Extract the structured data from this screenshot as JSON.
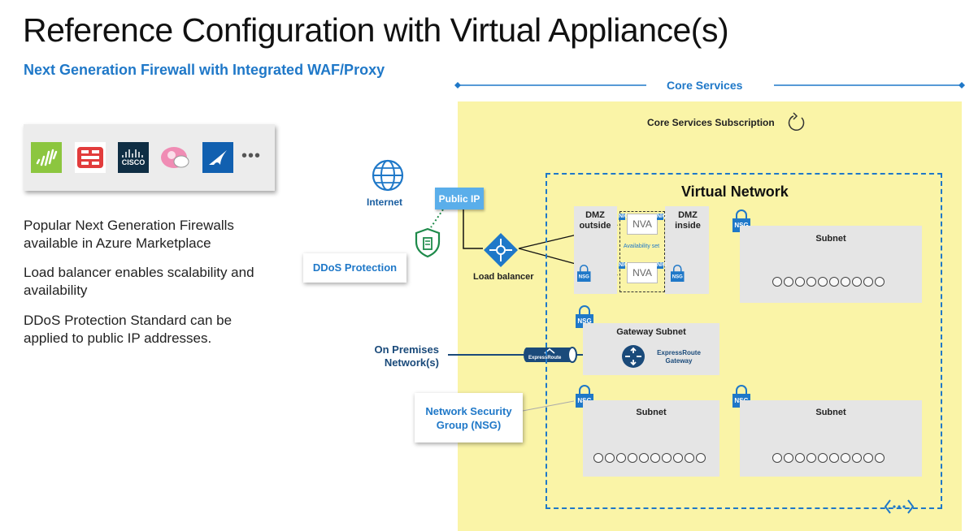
{
  "title": "Reference Configuration with Virtual Appliance(s)",
  "subtitle": "Next Generation Firewall with Integrated WAF/Proxy",
  "vendors": {
    "logos": [
      "paloalto-logo",
      "fortinet-logo",
      "cisco-logo",
      "vse-logo",
      "barracuda-logo"
    ],
    "cisco_text": "CISCO",
    "more": "•••"
  },
  "descriptions": [
    "Popular Next Generation Firewalls available in Azure Marketplace",
    "Load balancer enables scalability and availability",
    "DDoS Protection Standard can be applied to public IP addresses."
  ],
  "core_services": "Core Services",
  "subscription": "Core Services Subscription",
  "internet": "Internet",
  "public_ip": "Public IP",
  "ddos": "DDoS Protection",
  "load_balancer": "Load balancer",
  "on_premises": "On Premises Network(s)",
  "nsg_callout": "Network Security Group (NSG)",
  "vnet_title": "Virtual Network",
  "dmz_outside": "DMZ outside",
  "dmz_inside": "DMZ inside",
  "nva_label": "NVA",
  "nic_label": "NIC",
  "availability_set": "Availability set",
  "nsg_label": "NSG",
  "gateway_subnet": "Gateway Subnet",
  "expressroute": "ExpressRoute",
  "expressroute_gateway": "ExpressRoute Gateway",
  "subnet_label": "Subnet",
  "colors": {
    "accent": "#1f78c8",
    "yellow": "#faf4a7",
    "subnet": "#e5e5e5",
    "dark_blue": "#1a4a7a",
    "green": "#1e8a4a"
  }
}
